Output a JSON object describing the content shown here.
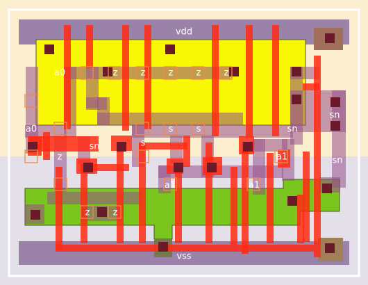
{
  "layout": {
    "labels": {
      "vdd": "vdd",
      "vss": "vss",
      "a0_top": "a0",
      "a0_left": "a0",
      "z_top_1": "z",
      "z_top_2": "z",
      "z_top_3": "z",
      "z_top_4": "z",
      "z_top_5": "z",
      "z_left": "z",
      "z_bottom_1": "z",
      "z_bottom_2": "z",
      "s_1": "s",
      "s_2": "s",
      "s_3": "s",
      "sn_right_top": "sn",
      "sn_mid": "sn",
      "sn_left": "sn",
      "sn_right_low": "sn",
      "a1_1": "a1",
      "a1_2": "a1",
      "a1_3": "a1"
    },
    "colors": {
      "nwell": "#fcefcf",
      "pwell": "#e4e0ea",
      "rail": "#9b82a8",
      "pdiff": "#f8f804",
      "ndiff": "#7ac61e",
      "poly": "#ff2a14",
      "metal1": "#96508a",
      "contact": "#6b1a2a",
      "via_outline": "#ef8a48"
    }
  }
}
